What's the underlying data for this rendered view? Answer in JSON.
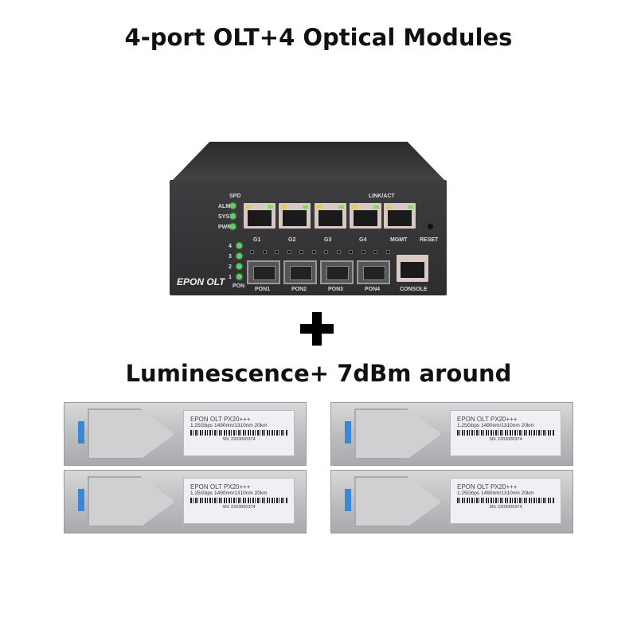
{
  "title": "4-port OLT+4 Optical Modules",
  "subtitle": "Luminescence+ 7dBm around",
  "device": {
    "brand": "EPON OLT",
    "spd": "SPD",
    "link_act": "LINK/ACT",
    "status_leds": [
      "ALM",
      "SYS",
      "PWR"
    ],
    "pon_leds": [
      "4",
      "3",
      "2",
      "1"
    ],
    "pon_label": "PON",
    "rj45_ports": [
      "G1",
      "G2",
      "G3",
      "G4",
      "MGMT"
    ],
    "reset": "RESET",
    "pon_ports": [
      "PON1",
      "PON2",
      "PON3",
      "PON4"
    ],
    "console": "CONSOLE"
  },
  "modules": [
    {
      "model": "EPON OLT PX20+++",
      "spec": "1.25Gbps 1490nm/1310nm 20km",
      "sn": "SN: 2203000374"
    },
    {
      "model": "EPON OLT PX20+++",
      "spec": "1.25Gbps 1490nm/1310nm 20km",
      "sn": "SN: 2203000374"
    },
    {
      "model": "EPON OLT PX20+++",
      "spec": "1.25Gbps 1490nm/1310nm 20km",
      "sn": "SN: 2203000374"
    },
    {
      "model": "EPON OLT PX20+++",
      "spec": "1.25Gbps 1490nm/1310nm 20km",
      "sn": "SN: 2203000374"
    }
  ]
}
